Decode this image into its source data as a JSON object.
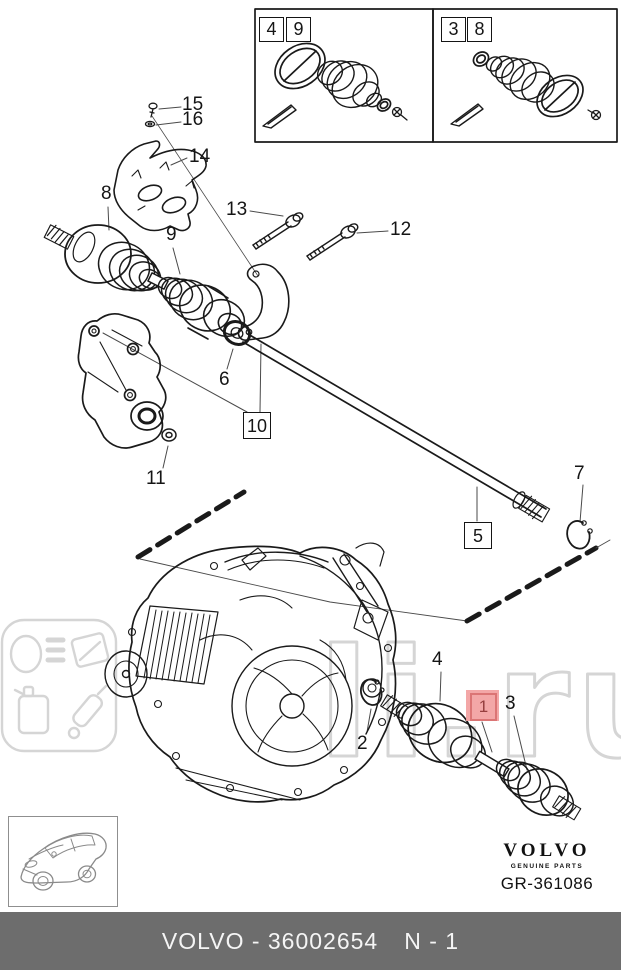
{
  "inset_boxes": {
    "left": {
      "chips": [
        "4",
        "9"
      ]
    },
    "right": {
      "chips": [
        "3",
        "8"
      ]
    }
  },
  "callouts": {
    "n1": "1",
    "n2": "2",
    "n3": "3",
    "n4": "4",
    "n5": "5",
    "n6": "6",
    "n7": "7",
    "n8": "8",
    "n9": "9",
    "n10": "10",
    "n11": "11",
    "n12": "12",
    "n13": "13",
    "n14": "14",
    "n15": "15",
    "n16": "16"
  },
  "watermark": {
    "letters": "li.ru"
  },
  "brand_block": {
    "name": "VOLVO",
    "tagline": "GENUINE PARTS",
    "reference": "GR-361086"
  },
  "footer": {
    "left": "VOLVO - 36002654",
    "right": "N - 1"
  },
  "colors": {
    "line": "#1a1a1a",
    "highlight_fill": "#f2a0a0",
    "highlight_border": "#d96a6a",
    "highlight_text": "#8e2f2f",
    "footer_bg": "#6d6d6d",
    "footer_text": "#f5f5f5",
    "watermark": "#d5d5d5"
  }
}
